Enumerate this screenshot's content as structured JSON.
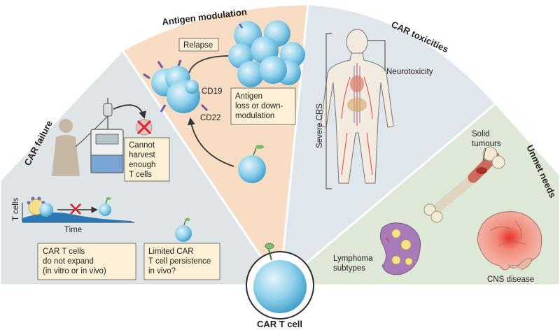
{
  "sections": {
    "car_failure": {
      "title": "CAR failure",
      "cannot_harvest": [
        "Cannot",
        "harvest",
        "enough",
        "T cells"
      ],
      "axis_y": "T cells",
      "axis_x": "Time",
      "no_expand": [
        "CAR T cells",
        "do not expand",
        "(in vitro or in vivo)"
      ],
      "persistence": [
        "Limited CAR",
        "T cell persistence",
        "in vivo?"
      ]
    },
    "antigen_modulation": {
      "title": "Antigen modulation",
      "relapse": "Relapse",
      "cd19": "CD19",
      "cd22": "CD22",
      "antigen_loss": [
        "Antigen",
        "loss or down-",
        "modulation"
      ]
    },
    "car_toxicities": {
      "title": "CAR toxicities",
      "neurotoxicity": "Neurotoxicity",
      "severe_crs": "Severe CRS"
    },
    "unmet_needs": {
      "title": "Unmet needs",
      "solid_tumours": [
        "Solid",
        "tumours"
      ],
      "lymphoma": [
        "Lymphoma",
        "subtypes"
      ],
      "cns": "CNS disease"
    }
  },
  "center_label": "CAR T cell",
  "colors": {
    "car_failure_bg": "#dfe4e6",
    "antigen_bg": "#f9dcc4",
    "toxicity_bg": "#dfe6ec",
    "unmet_bg": "#dde8d6",
    "cell_blue": "#7cc4e3",
    "note_bg": "#fcf1d7"
  }
}
